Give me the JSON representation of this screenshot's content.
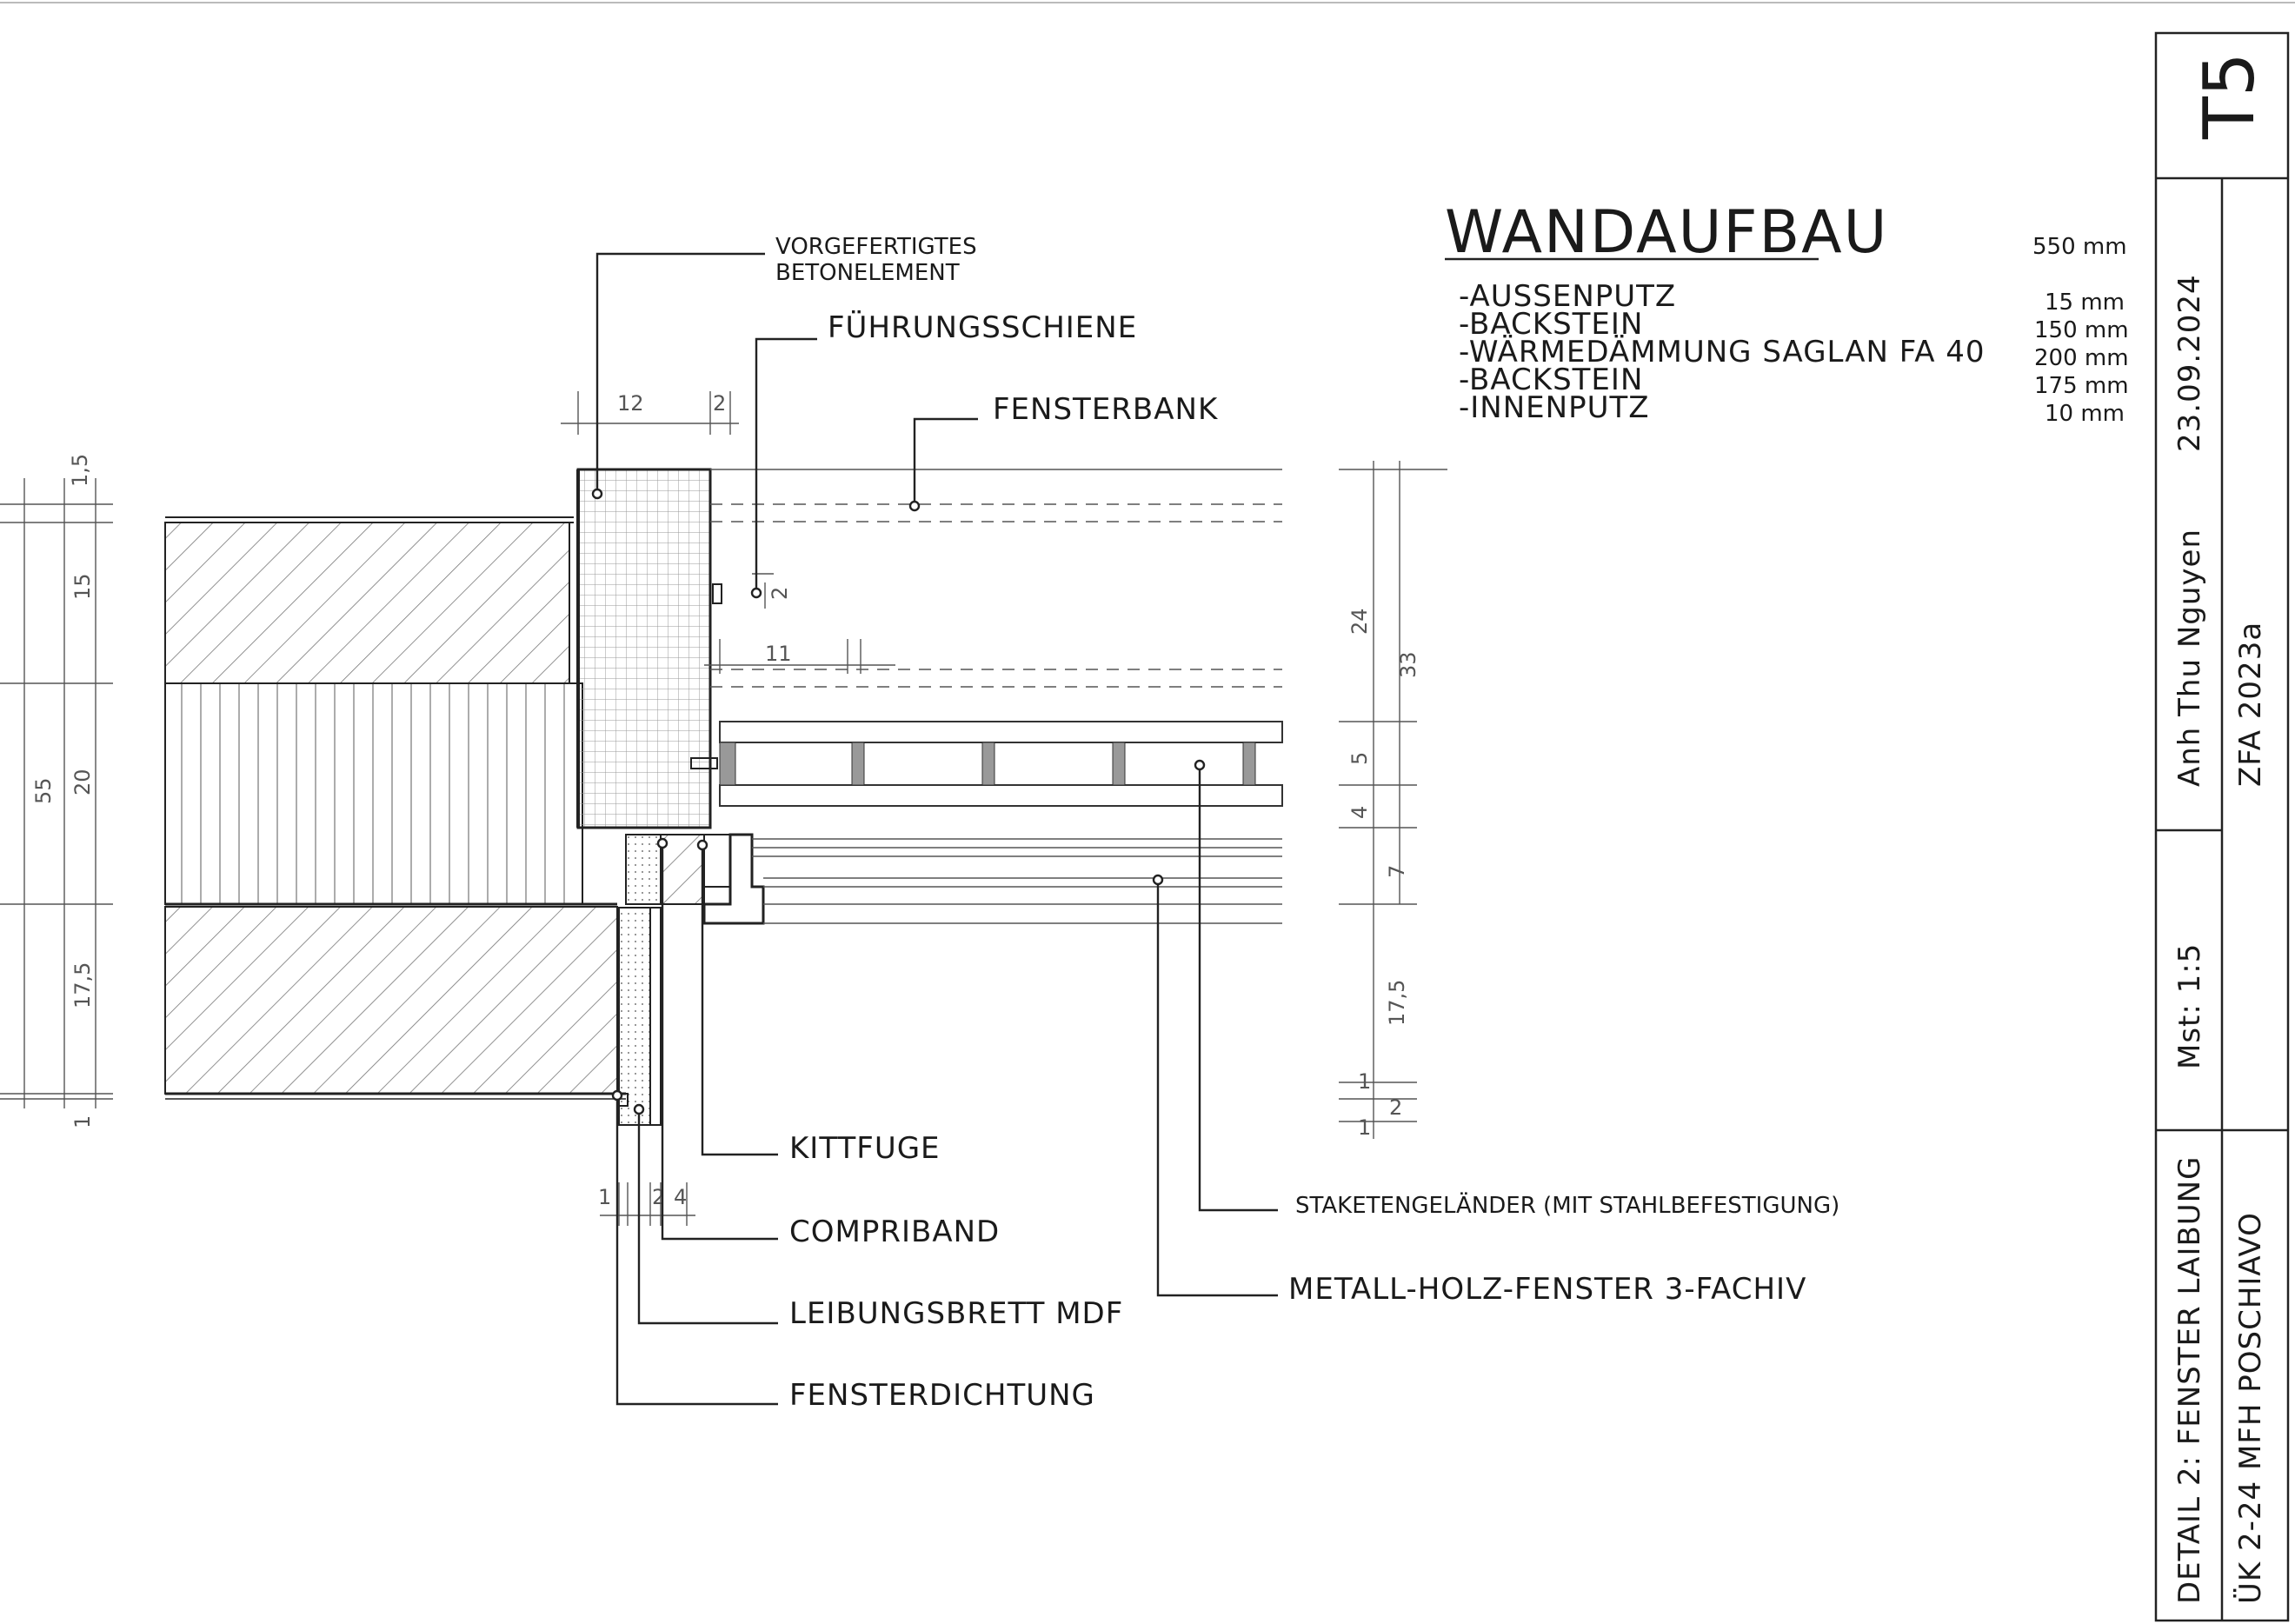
{
  "wall_build_up": {
    "title": "WANDAUFBAU",
    "total": "550 mm",
    "layers": [
      {
        "name": "-AUSSENPUTZ",
        "thickness": "15 mm"
      },
      {
        "name": "-BACKSTEIN",
        "thickness": "150 mm"
      },
      {
        "name": "-WÄRMEDÄMMUNG SAGLAN FA 40",
        "thickness": "200 mm"
      },
      {
        "name": "-BACKSTEIN",
        "thickness": "175 mm"
      },
      {
        "name": "-INNENPUTZ",
        "thickness": "10 mm"
      }
    ]
  },
  "labels": {
    "precast_line1": "VORGEFERTIGTES",
    "precast_line2": "BETONELEMENT",
    "guide_rail": "FÜHRUNGSSCHIENE",
    "window_sill": "FENSTERBANK",
    "sealant_joint": "KITTFUGE",
    "compriband": "COMPRIBAND",
    "reveal_board": "LEIBUNGSBRETT MDF",
    "window_seal": "FENSTERDICHTUNG",
    "railing": "STAKETENGELÄNDER (MIT STAHLBEFESTIGUNG)",
    "window": "METALL-HOLZ-FENSTER 3-FACHIV"
  },
  "dimensions": {
    "top_12": "12",
    "top_2": "2",
    "rail_2": "2",
    "mid_11": "11",
    "left_15a": "1,5",
    "left_15": "15",
    "left_20": "20",
    "left_55": "55",
    "left_175": "17,5",
    "left_1": "1",
    "right_24": "24",
    "right_33": "33",
    "right_5": "5",
    "right_4": "4",
    "right_7": "7",
    "right_175": "17,5",
    "right_1": "1",
    "right_2": "2",
    "right_1b": "1",
    "bottom_1": "1",
    "bottom_2": "2",
    "bottom_4": "4"
  },
  "title_block": {
    "sheet": "T5",
    "date": "23.09.2024",
    "author": "Anh Thu Nguyen",
    "class": "ZFA 2023a",
    "scale": "Mst: 1:5",
    "detail": "DETAIL 2: FENSTER LAIBUNG",
    "project": "ÜK 2-24 MFH POSCHIAVO"
  }
}
